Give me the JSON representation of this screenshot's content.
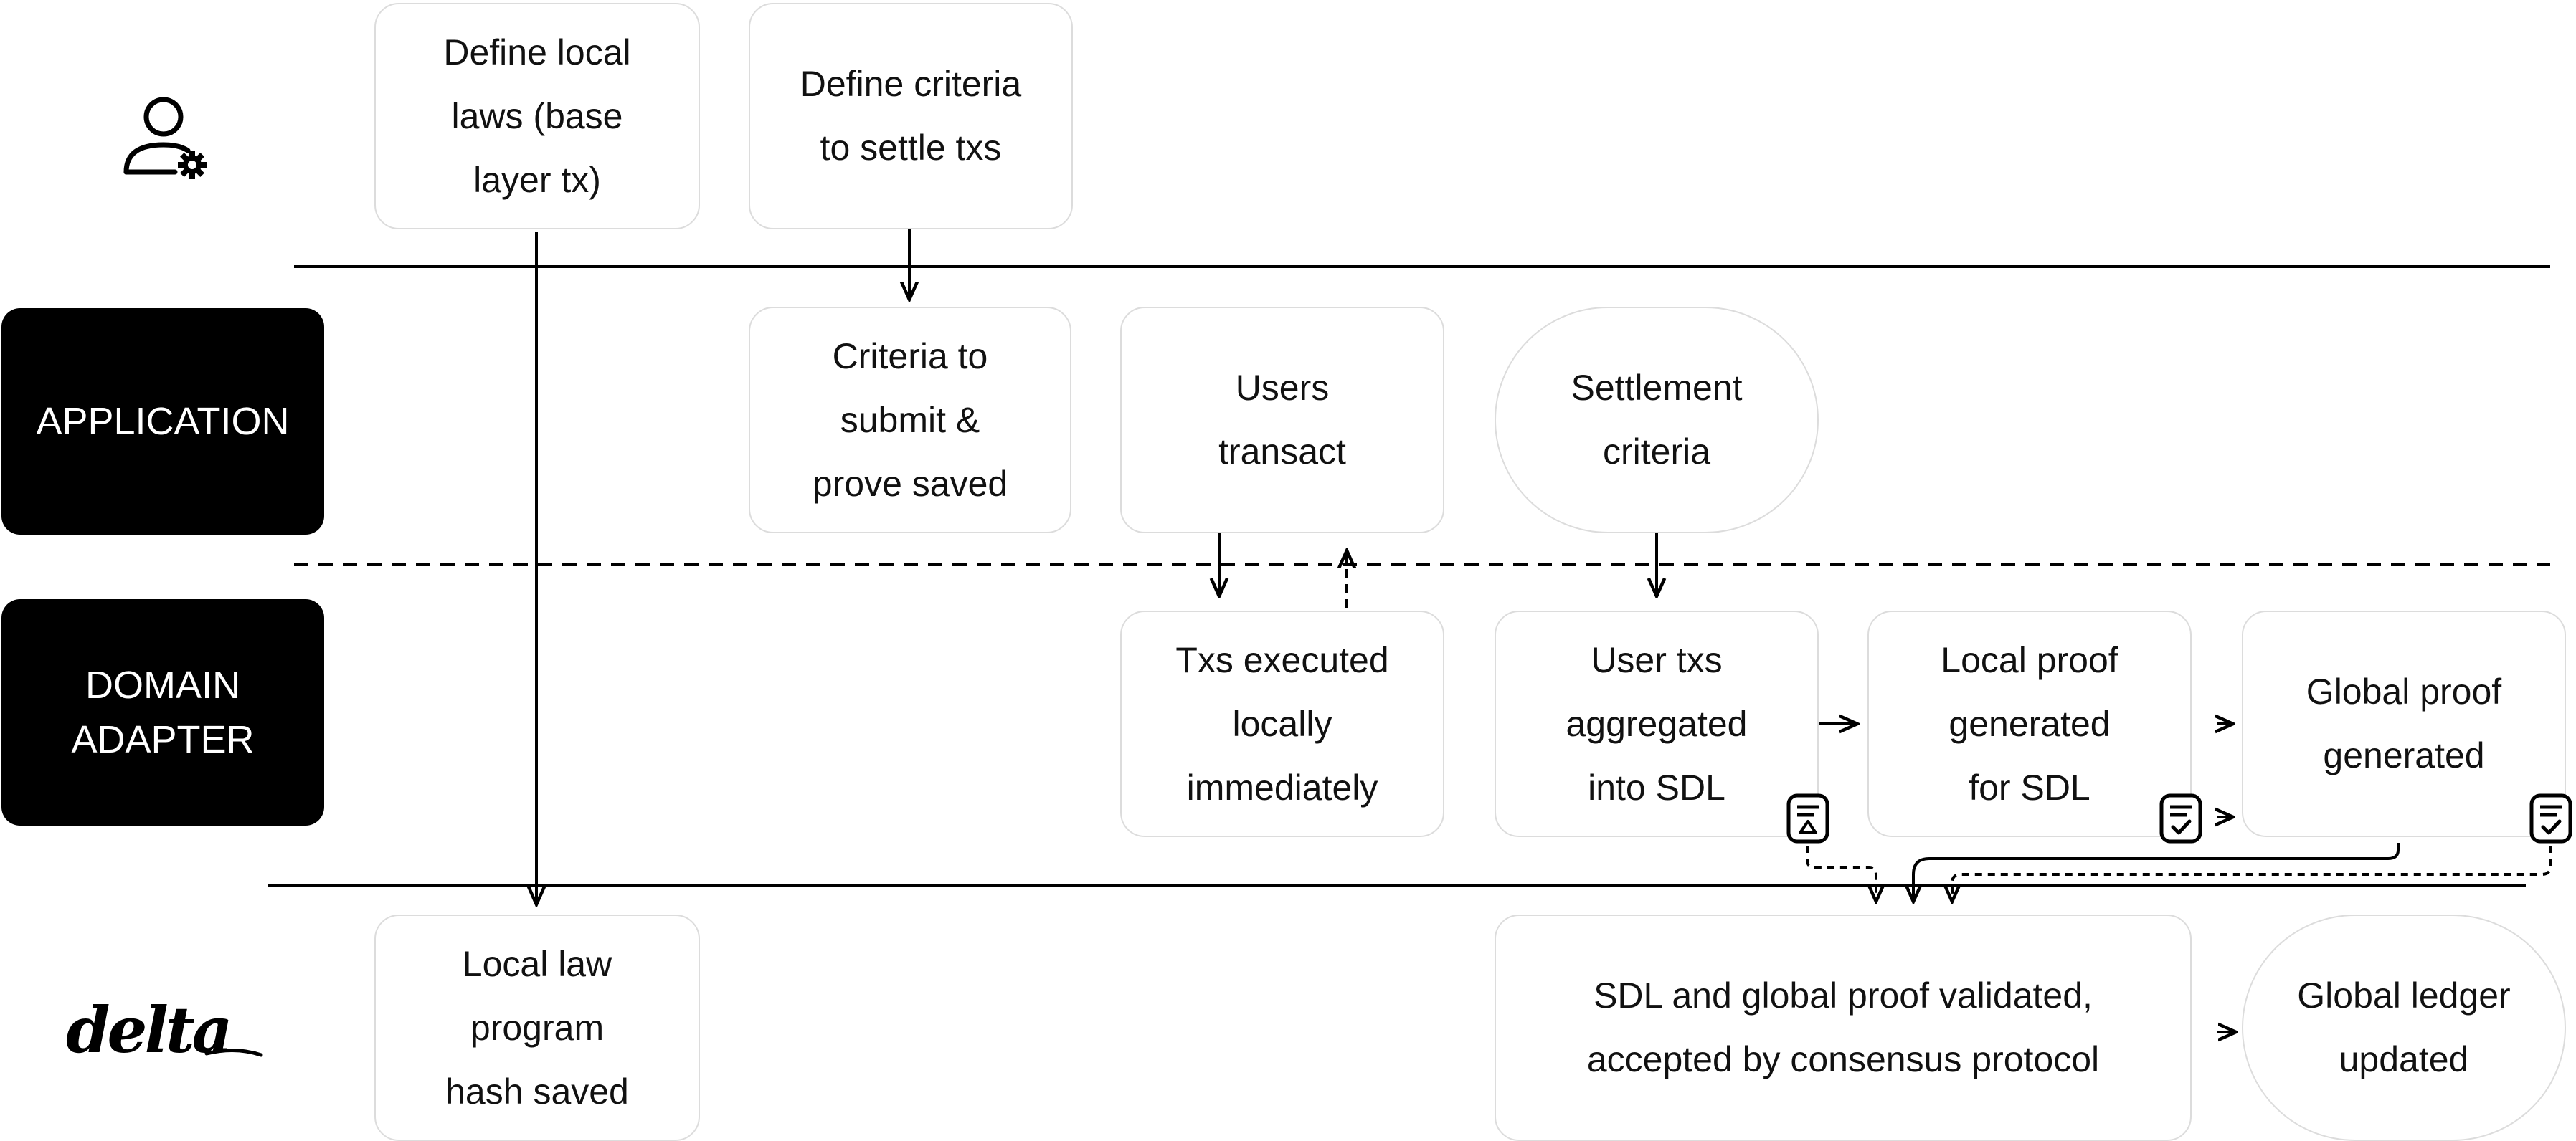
{
  "lanes": {
    "application": "APPLICATION",
    "domain_adapter_line1": "DOMAIN",
    "domain_adapter_line2": "ADAPTER"
  },
  "logo": {
    "text": "delta"
  },
  "icons": {
    "user_role": "user-gear-icon",
    "document_up": "document-upload-icon",
    "document_check": "document-check-icon"
  },
  "colors": {
    "lane_bg": "#000000",
    "box_border": "#dcdcdc",
    "line": "#000000"
  },
  "steps": {
    "define_local_laws": [
      "Define local",
      "laws (base",
      "layer tx)"
    ],
    "define_criteria": [
      "Define criteria",
      "to settle txs"
    ],
    "criteria_saved": [
      "Criteria to",
      "submit &",
      "prove saved"
    ],
    "users_transact": [
      "Users",
      "transact"
    ],
    "settlement_criteria": [
      "Settlement",
      "criteria"
    ],
    "txs_executed": [
      "Txs executed",
      "locally",
      "immediately"
    ],
    "user_txs_aggregated": [
      "User txs",
      "aggregated",
      "into SDL"
    ],
    "local_proof": [
      "Local proof",
      "generated",
      "for SDL"
    ],
    "global_proof": [
      "Global  proof",
      "generated"
    ],
    "local_law_hash": [
      "Local law",
      "program",
      "hash saved"
    ],
    "sdl_validated": [
      "SDL and global proof  validated,",
      "accepted by  consensus protocol"
    ],
    "global_ledger": [
      "Global ledger",
      "updated"
    ]
  }
}
